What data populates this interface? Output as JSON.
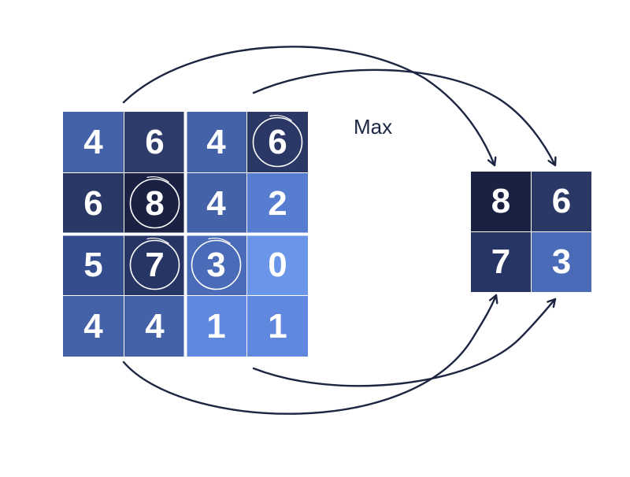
{
  "operation": "Max",
  "colors": {
    "arrow": "#1c2541",
    "ring": "#ffffff",
    "divider": "#ffffff"
  },
  "input_grid": [
    [
      {
        "v": "4",
        "c": "#4462a8"
      },
      {
        "v": "6",
        "c": "#2e3c6c"
      },
      {
        "v": "4",
        "c": "#4462a8"
      },
      {
        "v": "6",
        "c": "#2b3866"
      }
    ],
    [
      {
        "v": "6",
        "c": "#2a3866"
      },
      {
        "v": "8",
        "c": "#1b2142"
      },
      {
        "v": "4",
        "c": "#4462a8"
      },
      {
        "v": "2",
        "c": "#577dd0"
      }
    ],
    [
      {
        "v": "5",
        "c": "#344d8f"
      },
      {
        "v": "7",
        "c": "#263563"
      },
      {
        "v": "3",
        "c": "#4a6bb8"
      },
      {
        "v": "0",
        "c": "#6b95e8"
      }
    ],
    [
      {
        "v": "4",
        "c": "#4462a8"
      },
      {
        "v": "4",
        "c": "#4462a8"
      },
      {
        "v": "1",
        "c": "#5f88de"
      },
      {
        "v": "1",
        "c": "#5f88de"
      }
    ]
  ],
  "output_grid": [
    [
      {
        "v": "8",
        "c": "#1b2142"
      },
      {
        "v": "6",
        "c": "#2b3866"
      }
    ],
    [
      {
        "v": "7",
        "c": "#263563"
      },
      {
        "v": "3",
        "c": "#4a6bb8"
      }
    ]
  ],
  "max_cells": [
    {
      "row": 0,
      "col": 3
    },
    {
      "row": 1,
      "col": 1
    },
    {
      "row": 2,
      "col": 1
    },
    {
      "row": 2,
      "col": 2
    }
  ]
}
